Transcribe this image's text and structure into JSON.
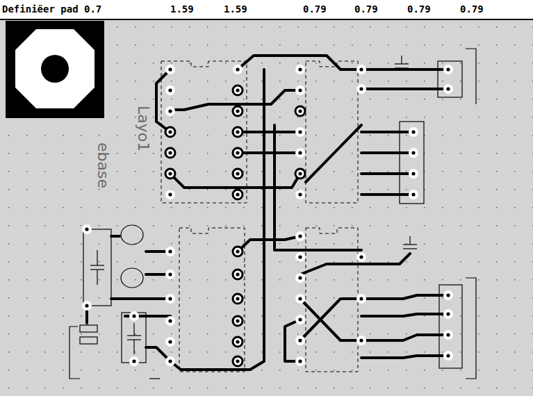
{
  "diagram": {
    "labels": [
      "Definiëer pad 0.7",
      "1.59",
      "1.59",
      "0.79",
      "0.79",
      "0.79",
      "0.79",
      "Layo1",
      "ebase"
    ]
  }
}
